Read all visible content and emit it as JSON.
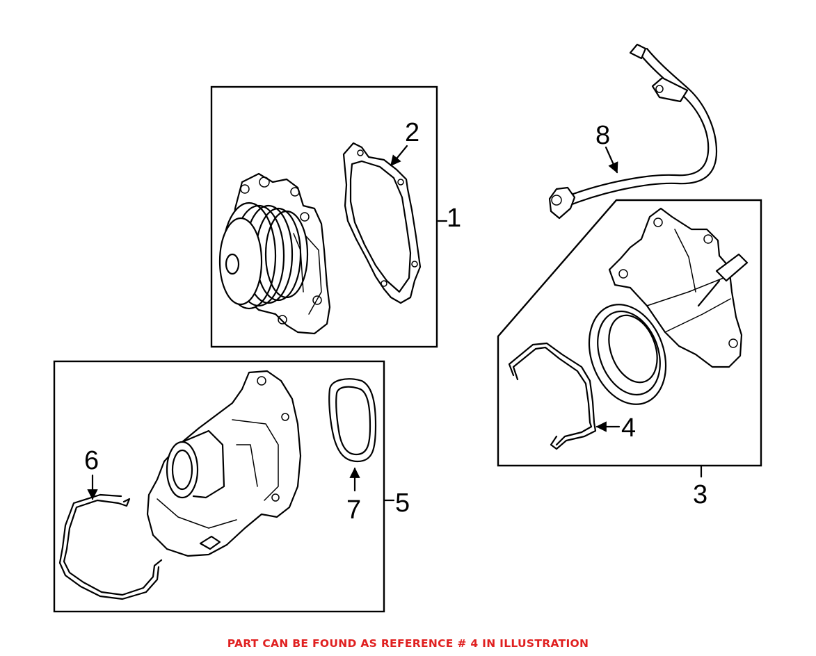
{
  "diagram": {
    "callouts": {
      "c1": "1",
      "c2": "2",
      "c3": "3",
      "c4": "4",
      "c5": "5",
      "c6": "6",
      "c7": "7",
      "c8": "8"
    },
    "highlight_reference": "4"
  },
  "caption": {
    "text": "PART CAN BE FOUND AS REFERENCE # 4 IN ILLUSTRATION",
    "color": "#e02020"
  },
  "icons": [
    "water-pump-icon",
    "gasket-icon",
    "thermostat-housing-icon",
    "pipe-icon",
    "retaining-clip-icon",
    "seal-ring-icon",
    "arrow-icon"
  ]
}
